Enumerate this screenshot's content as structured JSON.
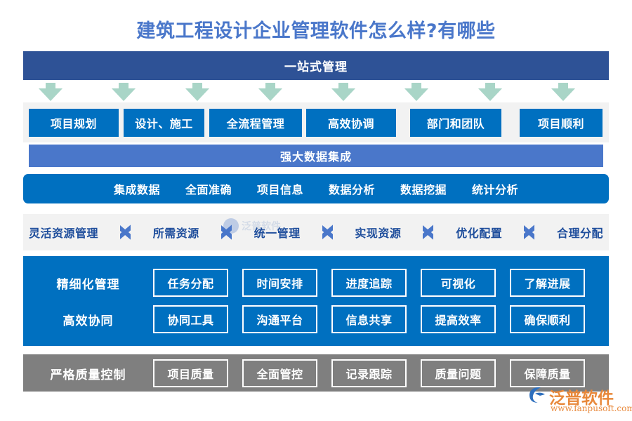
{
  "title": "建筑工程设计企业管理软件怎么样?有哪些",
  "banner_primary": "一站式管理",
  "banner_secondary": "强大数据集成",
  "arrows_count": 8,
  "row1_boxes": [
    {
      "label": "项目规划"
    },
    {
      "label": "设计、施工"
    },
    {
      "label": "全流程管理"
    },
    {
      "label": "高效协调"
    },
    {
      "label": "部门和团队"
    },
    {
      "label": "项目顺利"
    }
  ],
  "data_tags": [
    "集成数据",
    "全面准确",
    "项目信息",
    "数据分析",
    "数据挖掘",
    "统计分析"
  ],
  "chevron_steps": [
    "灵活资源管理",
    "所需资源",
    "统一管理",
    "实现资源",
    "优化配置",
    "合理分配"
  ],
  "blue_panel": {
    "rows": [
      {
        "label": "精细化管理",
        "cells": [
          "任务分配",
          "时间安排",
          "进度追踪",
          "可视化",
          "了解进展"
        ]
      },
      {
        "label": "高效协同",
        "cells": [
          "协同工具",
          "沟通平台",
          "信息共享",
          "提高效率",
          "确保顺利"
        ]
      }
    ]
  },
  "gray_panel": {
    "rows": [
      {
        "label": "严格质量控制",
        "cells": [
          "项目质量",
          "全面管控",
          "记录跟踪",
          "质量问题",
          "保障质量"
        ]
      }
    ]
  },
  "watermark": {
    "center_text": "泛普软件"
  },
  "logo": {
    "name": "泛普软件",
    "url": "www.fanpusoft.com"
  },
  "colors": {
    "title": "#4a77ca",
    "banner_primary": "#2e5296",
    "banner_secondary": "#4a77ca",
    "accent_blue": "#0070c0",
    "chevron": "#4a77ca",
    "chevron_text": "#1f4e9c",
    "arrow_green": "#a9d5c7",
    "gray_panel": "#7f7f7f",
    "strip_gray": "#f2f2f2",
    "logo_orange": "#e8883a"
  }
}
